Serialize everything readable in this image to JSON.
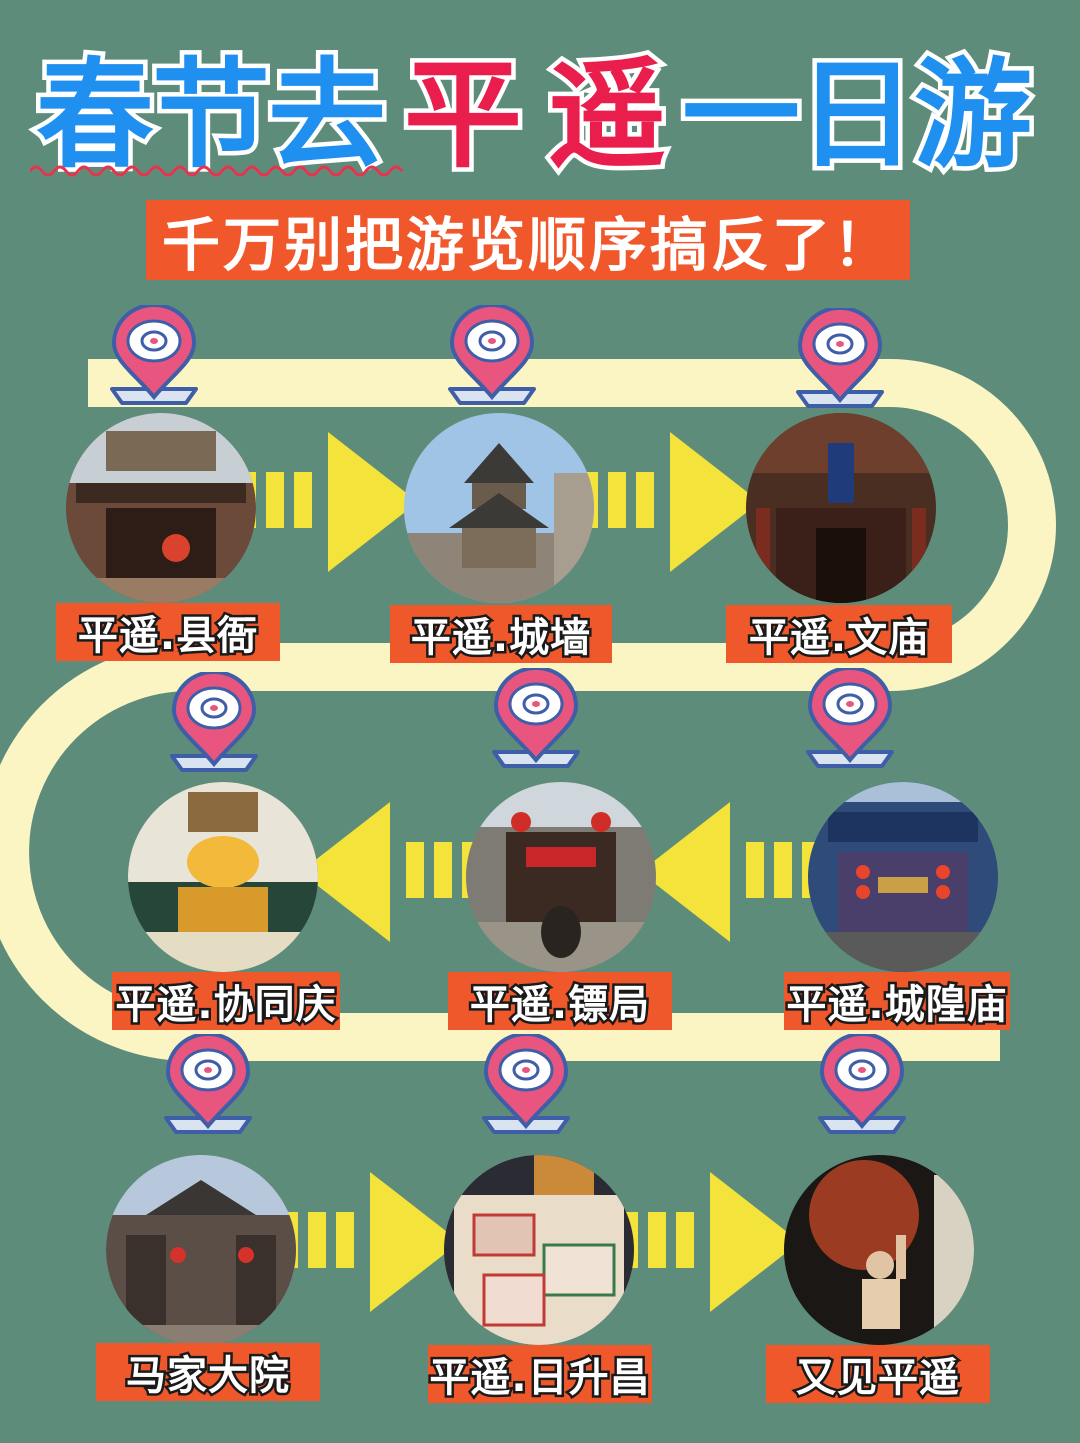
{
  "title": {
    "part1": "春节去",
    "part2": "平",
    "part3": "遥",
    "part4": "一日游"
  },
  "subtitle": "千万别把游览顺序搞反了！",
  "stops": [
    {
      "name": "平遥.县衙"
    },
    {
      "name": "平遥.城墙"
    },
    {
      "name": "平遥.文庙"
    },
    {
      "name": "平遥.城隍庙"
    },
    {
      "name": "平遥.镖局"
    },
    {
      "name": "平遥.协同庆"
    },
    {
      "name": "马家大院"
    },
    {
      "name": "平遥.日升昌"
    },
    {
      "name": "又见平遥"
    }
  ],
  "colors": {
    "background": "#5e8c7b",
    "road": "#fbf5c4",
    "label": "#ee582b",
    "arrow": "#f4e33a",
    "pin": "#e8557f",
    "title_blue": "#1f8ff0",
    "title_red": "#ea1e4c"
  },
  "icons": [
    "location-pin-icon",
    "arrow-right-icon",
    "arrow-left-icon"
  ]
}
